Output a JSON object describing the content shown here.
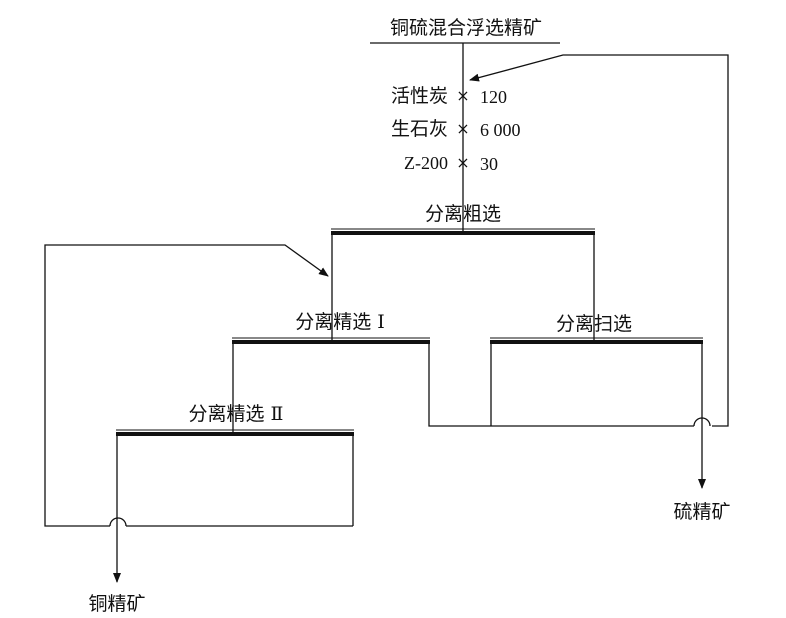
{
  "diagram": {
    "feed": "铜硫混合浮选精矿",
    "reagents": [
      {
        "name": "活性炭",
        "mark": "×",
        "dose": "120"
      },
      {
        "name": "生石灰",
        "mark": "×",
        "dose": "6 000"
      },
      {
        "name": "Z-200",
        "mark": "×",
        "dose": "30"
      }
    ],
    "stages": {
      "rougher": "分离粗选",
      "cleaner1": "分离精选 Ⅰ",
      "scavenger": "分离扫选",
      "cleaner2": "分离精选 Ⅱ"
    },
    "products": {
      "copper": "铜精矿",
      "sulfur": "硫精矿"
    }
  }
}
